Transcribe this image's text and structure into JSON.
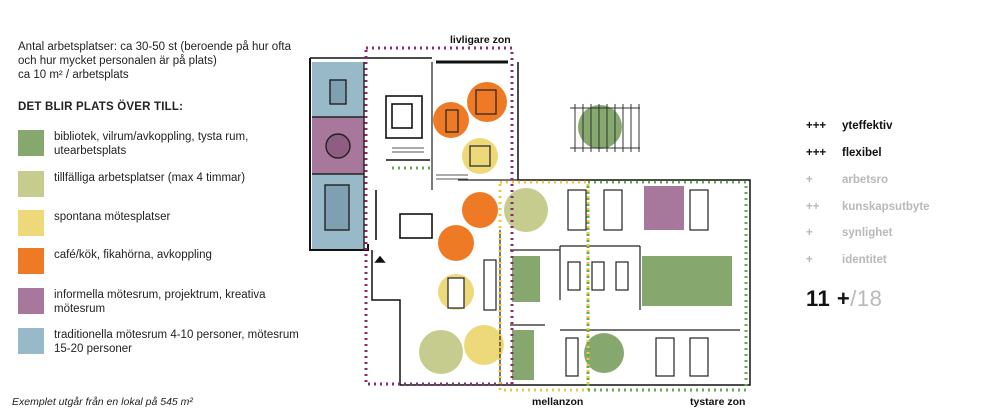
{
  "intro": {
    "line1": "Antal arbetsplatser: ca 30-50 st (beroende på hur ofta och hur mycket personalen är på plats)",
    "line2": "ca 10 m² / arbetsplats"
  },
  "legend": {
    "heading": "DET BLIR PLATS ÖVER TILL:",
    "items": [
      {
        "color": "#86a86e",
        "label": "bibliotek, vilrum/avkoppling, tysta rum, utearbetsplats"
      },
      {
        "color": "#c6cc8d",
        "label": "tillfälliga arbetsplatser (max 4 timmar)"
      },
      {
        "color": "#eed97a",
        "label": "spontana mötesplatser"
      },
      {
        "color": "#ee7a25",
        "label": "café/kök, fikahörna, avkoppling"
      },
      {
        "color": "#a8789c",
        "label": "informella mötesrum, projektrum, kreativa mötesrum"
      },
      {
        "color": "#98b9c8",
        "label": "traditionella mötesrum 4-10 personer, mötesrum 15-20 personer"
      }
    ]
  },
  "footnote": "Exemplet utgår från en lokal på 545 m²",
  "zones": {
    "livlig": "livligare zon",
    "mellan": "mellanzon",
    "tyst": "tystare zon",
    "colors": {
      "livlig": "#8a2b6e",
      "mellan": "#e8c84a",
      "tyst": "#6aa84f"
    }
  },
  "evaluation": {
    "rows": [
      {
        "mark": "+++",
        "label": "yteffektiv",
        "active": true
      },
      {
        "mark": "+++",
        "label": "flexibel",
        "active": true
      },
      {
        "mark": "+",
        "label": "arbetsro",
        "active": false
      },
      {
        "mark": "++",
        "label": "kunskapsutbyte",
        "active": false
      },
      {
        "mark": "+",
        "label": "synlighet",
        "active": false
      },
      {
        "mark": "+",
        "label": "identitet",
        "active": false
      }
    ],
    "score": "11 +",
    "total": "/18"
  }
}
